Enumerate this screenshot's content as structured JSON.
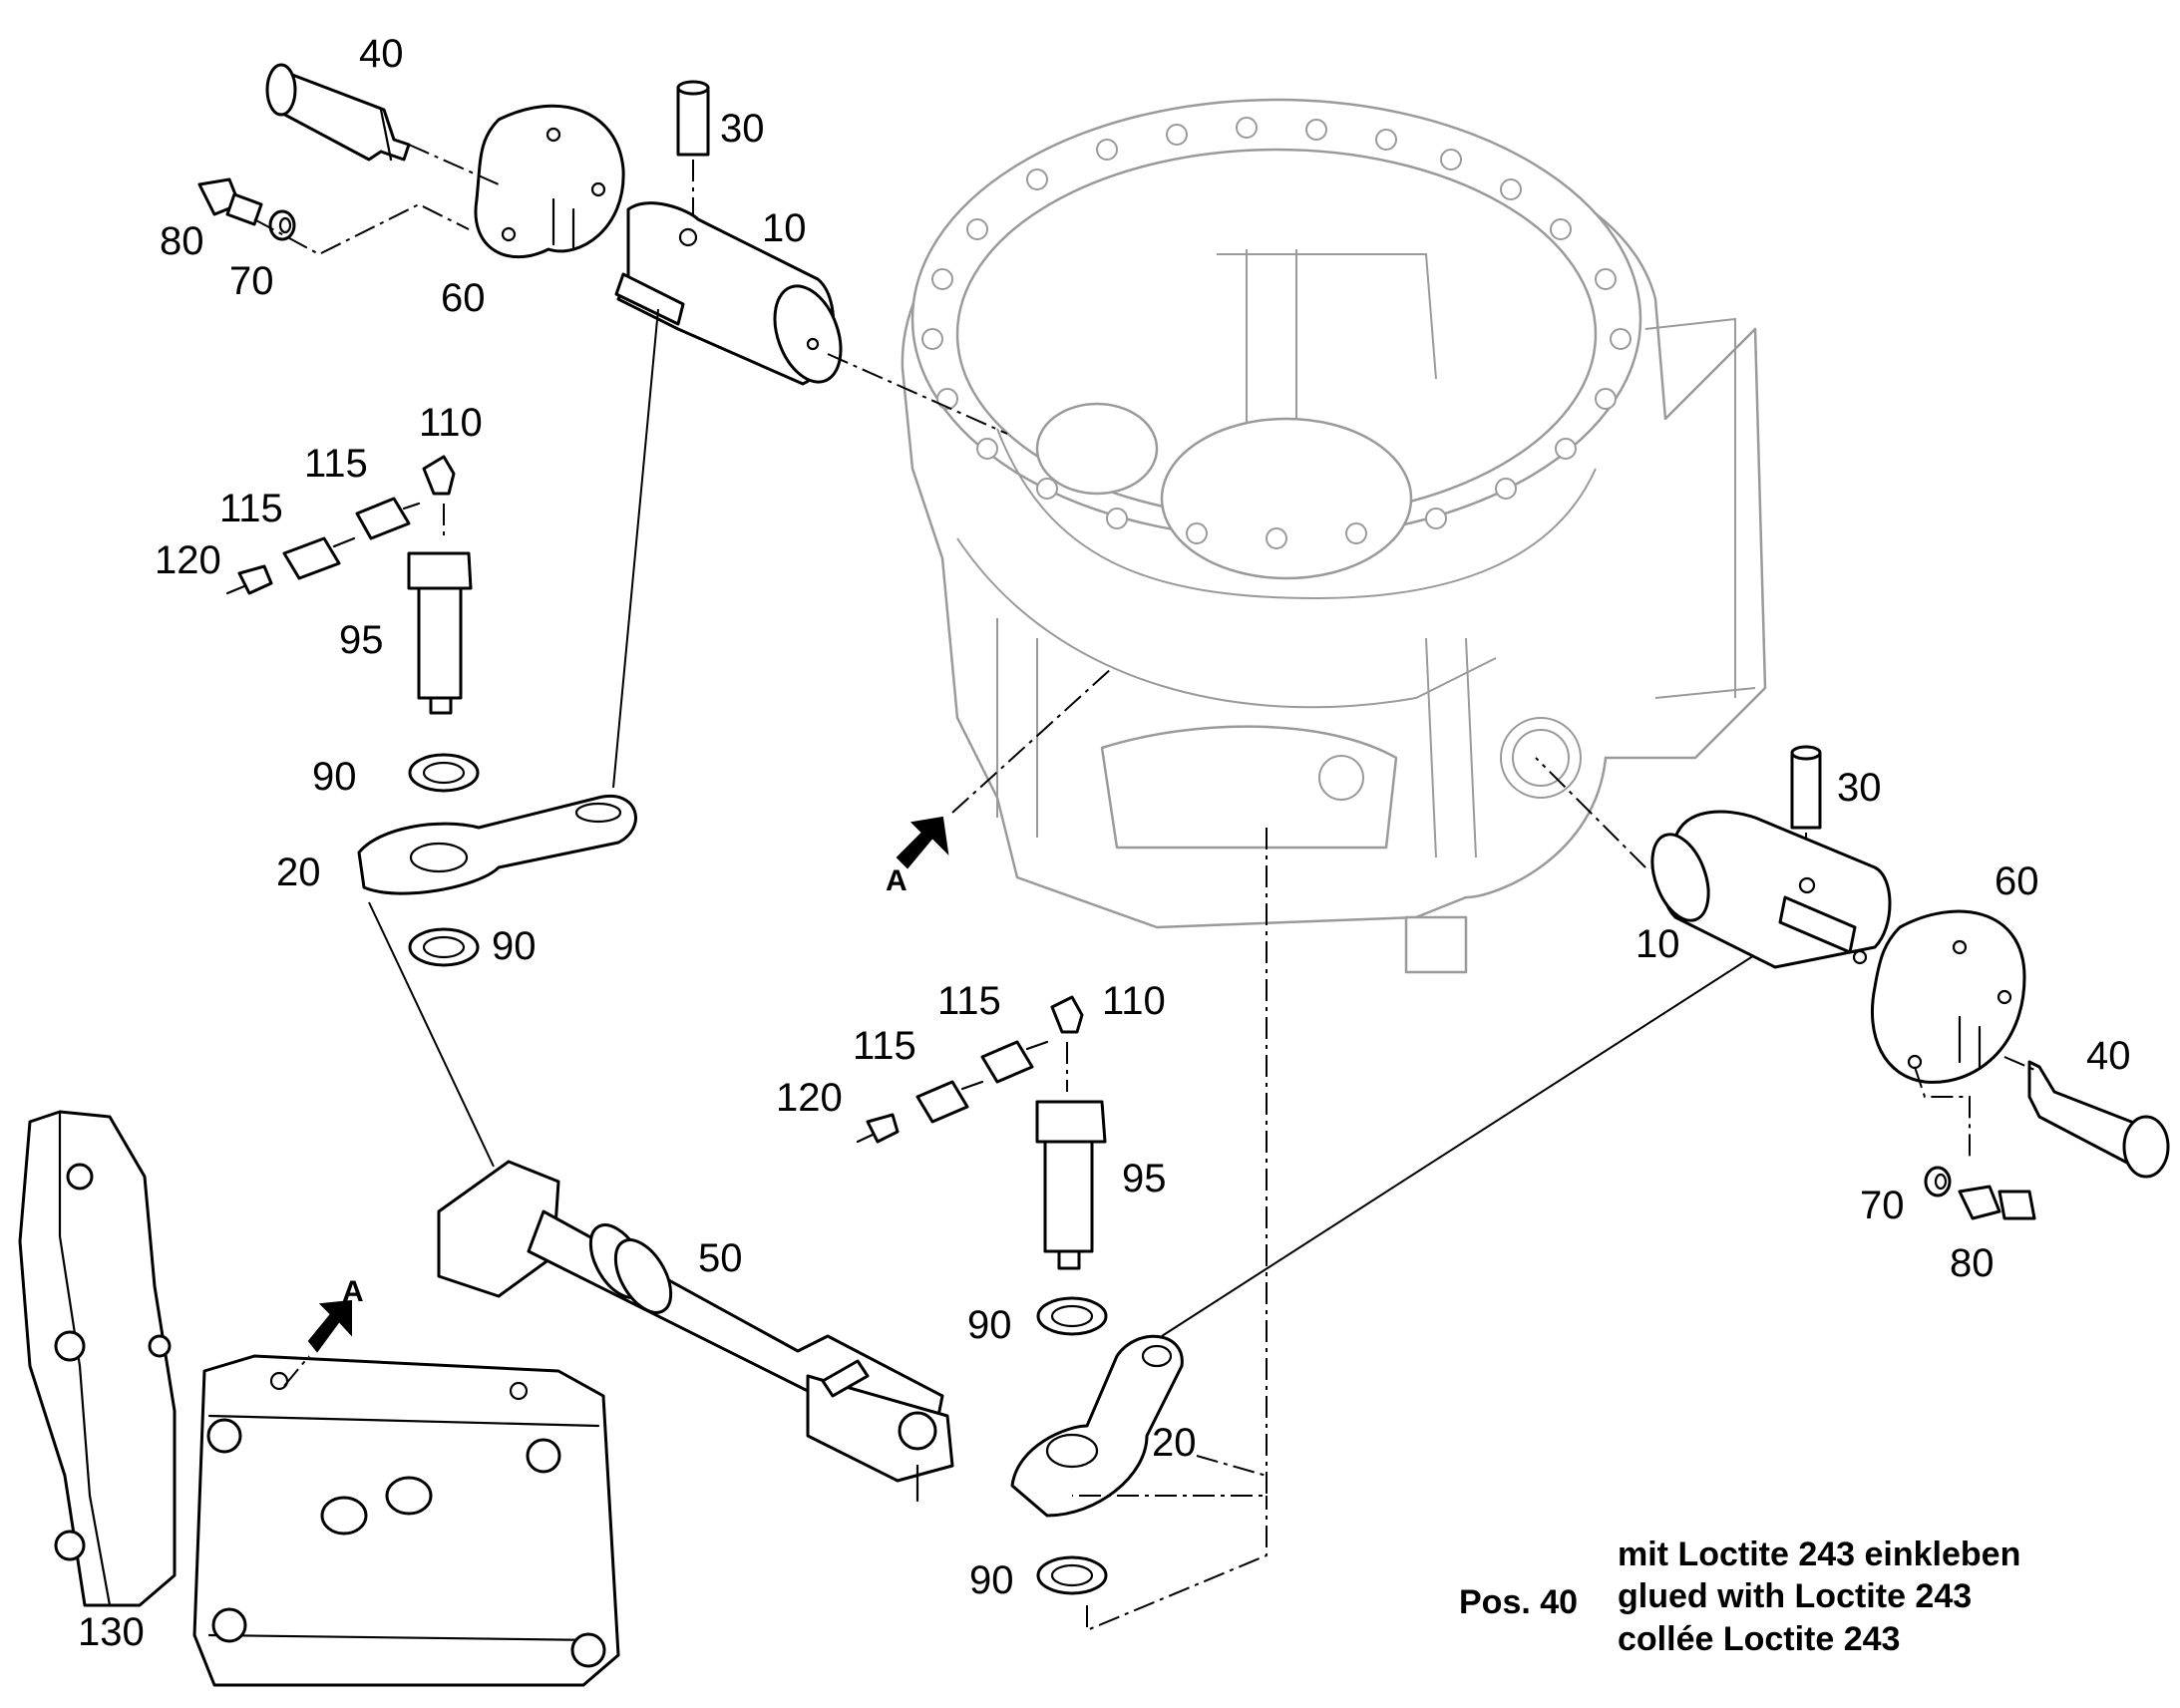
{
  "labels": {
    "pos10_top": "10",
    "pos10_right": "10",
    "pos20_left": "20",
    "pos20_right": "20",
    "pos30_top": "30",
    "pos30_right": "30",
    "pos40_top": "40",
    "pos40_right": "40",
    "pos50": "50",
    "pos60_top": "60",
    "pos60_right": "60",
    "pos70_top": "70",
    "pos70_right": "70",
    "pos80_top": "80",
    "pos80_right": "80",
    "pos90_a": "90",
    "pos90_b": "90",
    "pos90_c": "90",
    "pos90_d": "90",
    "pos95_left": "95",
    "pos95_right": "95",
    "pos110_left": "110",
    "pos110_right": "110",
    "pos115_a": "115",
    "pos115_b": "115",
    "pos115_c": "115",
    "pos115_d": "115",
    "pos120_left": "120",
    "pos120_right": "120",
    "pos130": "130"
  },
  "view_markers": {
    "view_a_top": "A",
    "view_a_bottom": "A"
  },
  "note": {
    "pos": "Pos. 40",
    "line_de": "mit Loctite 243 einkleben",
    "line_en": "glued with Loctite 243",
    "line_fr": "collée Loctite 243"
  }
}
